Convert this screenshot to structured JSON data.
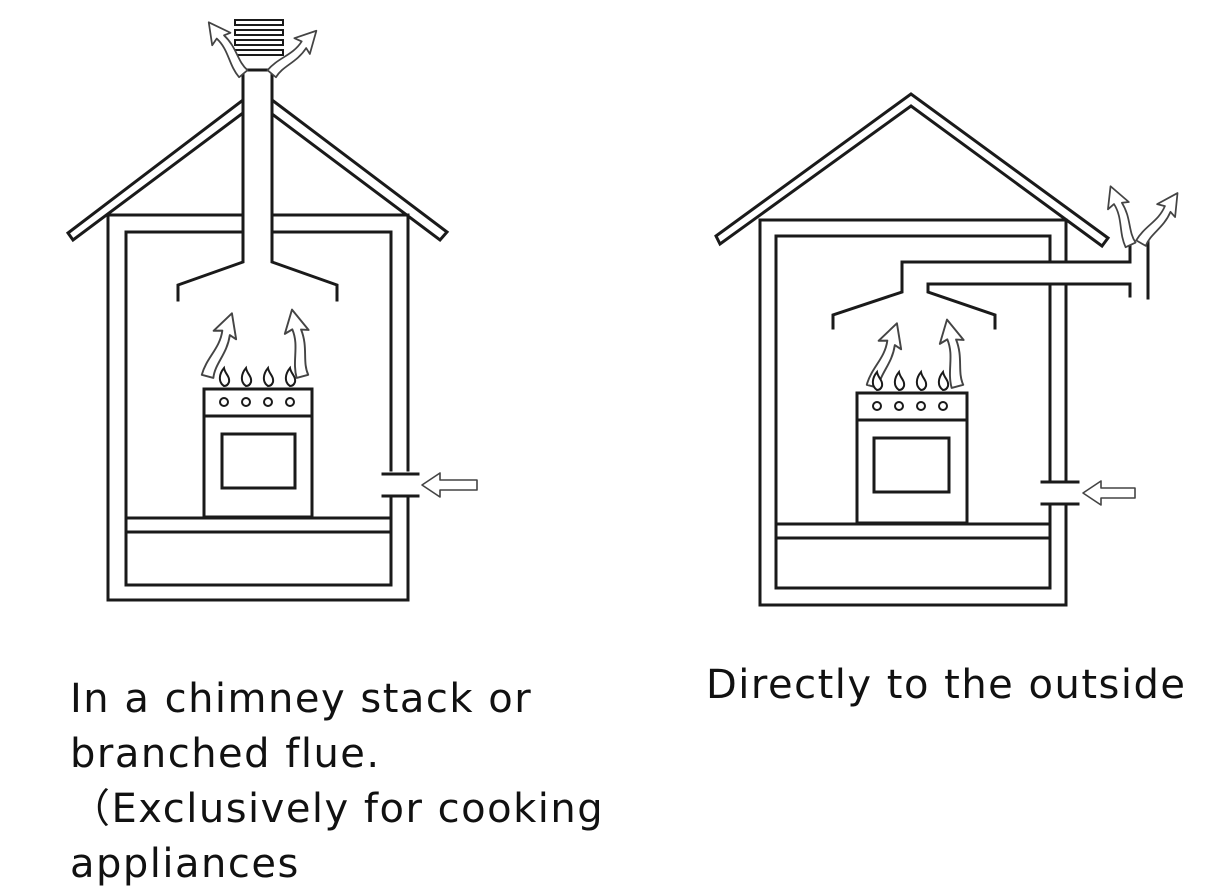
{
  "figure_left": {
    "caption_lines": [
      "In a chimney stack or",
      "branched flue.",
      "（Exclusively for cooking",
      "appliances"
    ]
  },
  "figure_right": {
    "caption": "Directly to the outside"
  }
}
